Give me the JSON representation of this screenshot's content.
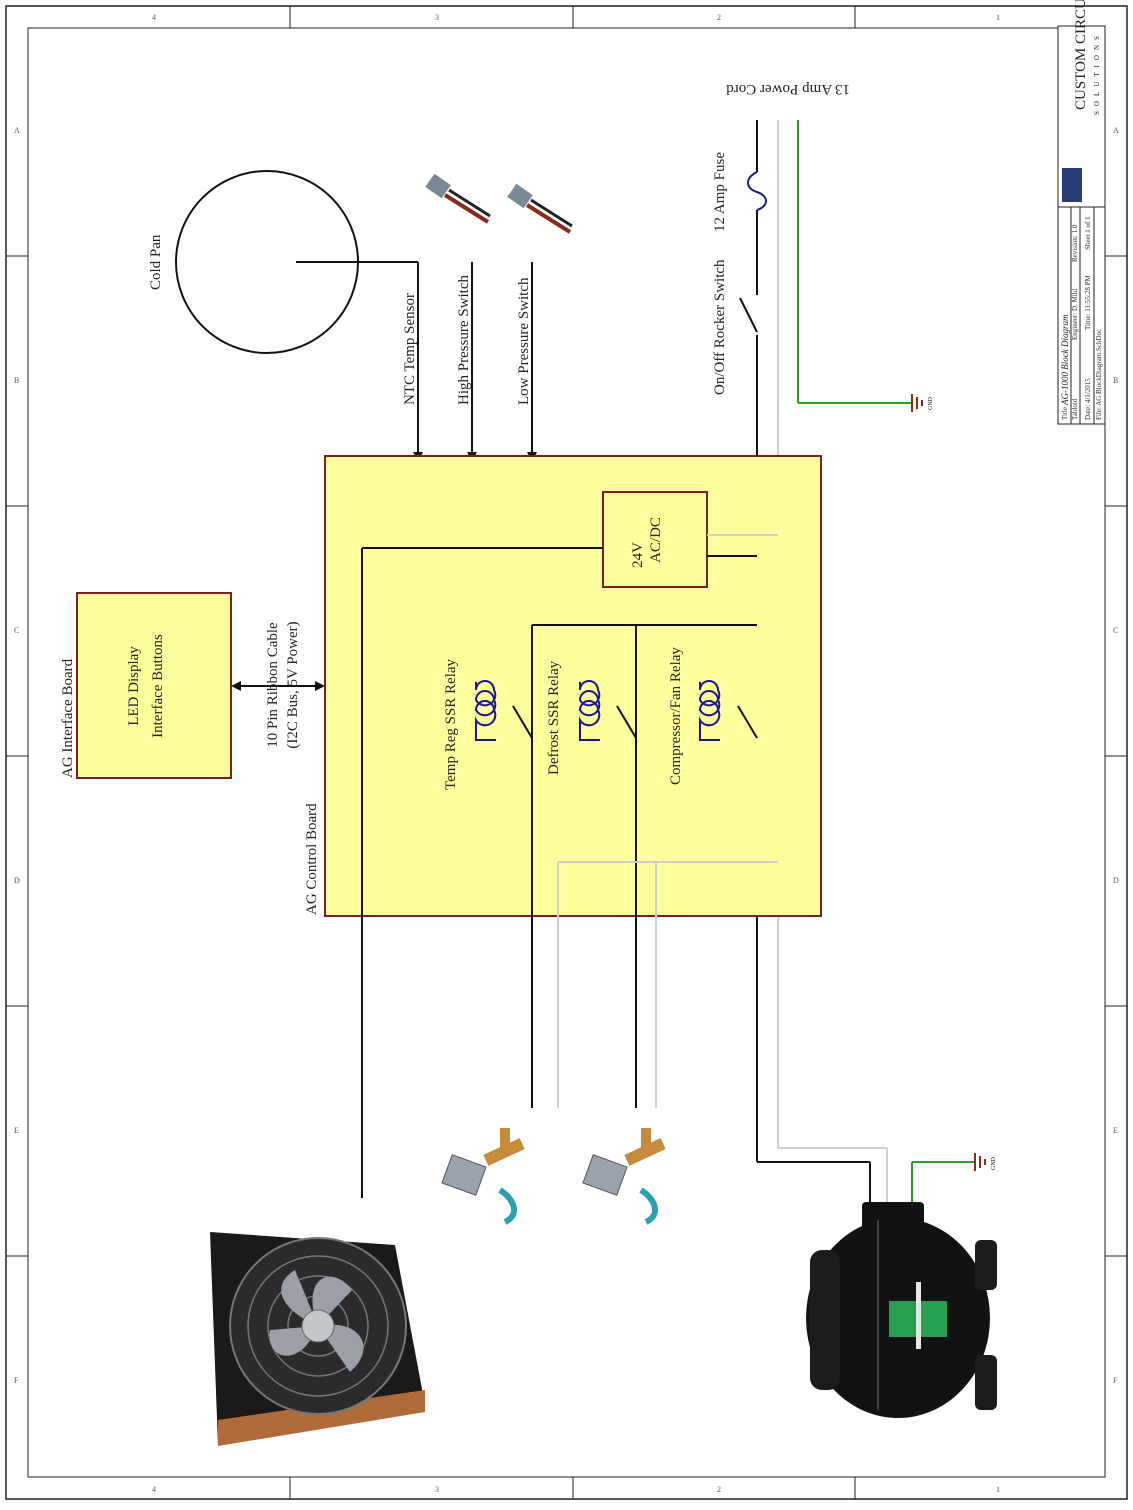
{
  "labels": {
    "cold_pan": "Cold Pan",
    "ntc": "NTC Temp  Sensor",
    "high_pressure": "High Pressure Switch",
    "low_pressure": "Low Pressure Switch",
    "rocker": "On/Off Rocker Switch",
    "fuse": "12 Amp Fuse",
    "power_cord": "13 Amp Power Cord",
    "psu_line1": "24V",
    "psu_line2": "AC/DC",
    "ribbon_line1": "10 Pin Ribbon Cable",
    "ribbon_line2": "(I2C Bus, 5V Power)",
    "interface_board": "AG Interface Board",
    "led_display": "LED Display",
    "interface_buttons": "Interface Buttons",
    "control_board": "AG Control Board",
    "relay_temp": "Temp Reg SSR Relay",
    "relay_defrost": "Defrost SSR Relay",
    "relay_comp": "Compressor/Fan Relay",
    "gnd1": "GND",
    "gnd2": "GND"
  },
  "title_block": {
    "brand": "CUSTOM CIRCUIT",
    "brand_sub": "SOLUTIONS",
    "title_label": "Title",
    "title": "AG-1000 Block Diagram",
    "size": "Tabloid",
    "engineer": "Engineer: D. Mild",
    "revision": "Revision: 1.0",
    "date": "Date: 4/1/2015",
    "time": "Time: 11:55:28 PM",
    "sheet": "Sheet 1 of 1",
    "file": "File: AG BlockDiagram.SchDoc"
  },
  "zones": {
    "cols": [
      "4",
      "3",
      "2",
      "1"
    ],
    "rows": [
      "A",
      "B",
      "C",
      "D",
      "E",
      "F"
    ]
  },
  "colors": {
    "board_fill": "#ffff9d",
    "board_stroke": "#7a2020",
    "wire": "#111111",
    "ground_wire": "#2e9c2e",
    "neutral_wire": "#cfcfcf",
    "coil": "#1a1a8a"
  }
}
